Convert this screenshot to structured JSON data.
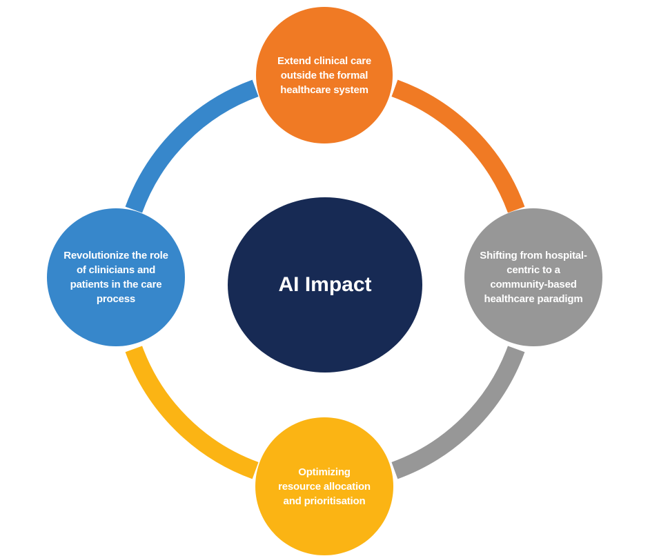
{
  "diagram": {
    "center": {
      "label": "AI Impact",
      "color": "#172a54"
    },
    "nodes": [
      {
        "id": "top",
        "label": "Extend clinical care outside the formal healthcare system",
        "color": "#f07a24"
      },
      {
        "id": "right",
        "label": "Shifting from hospital-centric to a community-based healthcare paradigm",
        "color": "#979797"
      },
      {
        "id": "bottom",
        "label": "Optimizing resource allocation and prioritisation",
        "color": "#fbb414"
      },
      {
        "id": "left",
        "label": "Revolutionize the role of clinicians and patients in the care process",
        "color": "#3787cb"
      }
    ],
    "ring_segments": [
      {
        "from": "top",
        "to": "right",
        "color": "#f07a24"
      },
      {
        "from": "right",
        "to": "bottom",
        "color": "#979797"
      },
      {
        "from": "bottom",
        "to": "left",
        "color": "#fbb414"
      },
      {
        "from": "left",
        "to": "top",
        "color": "#3787cb"
      }
    ]
  }
}
